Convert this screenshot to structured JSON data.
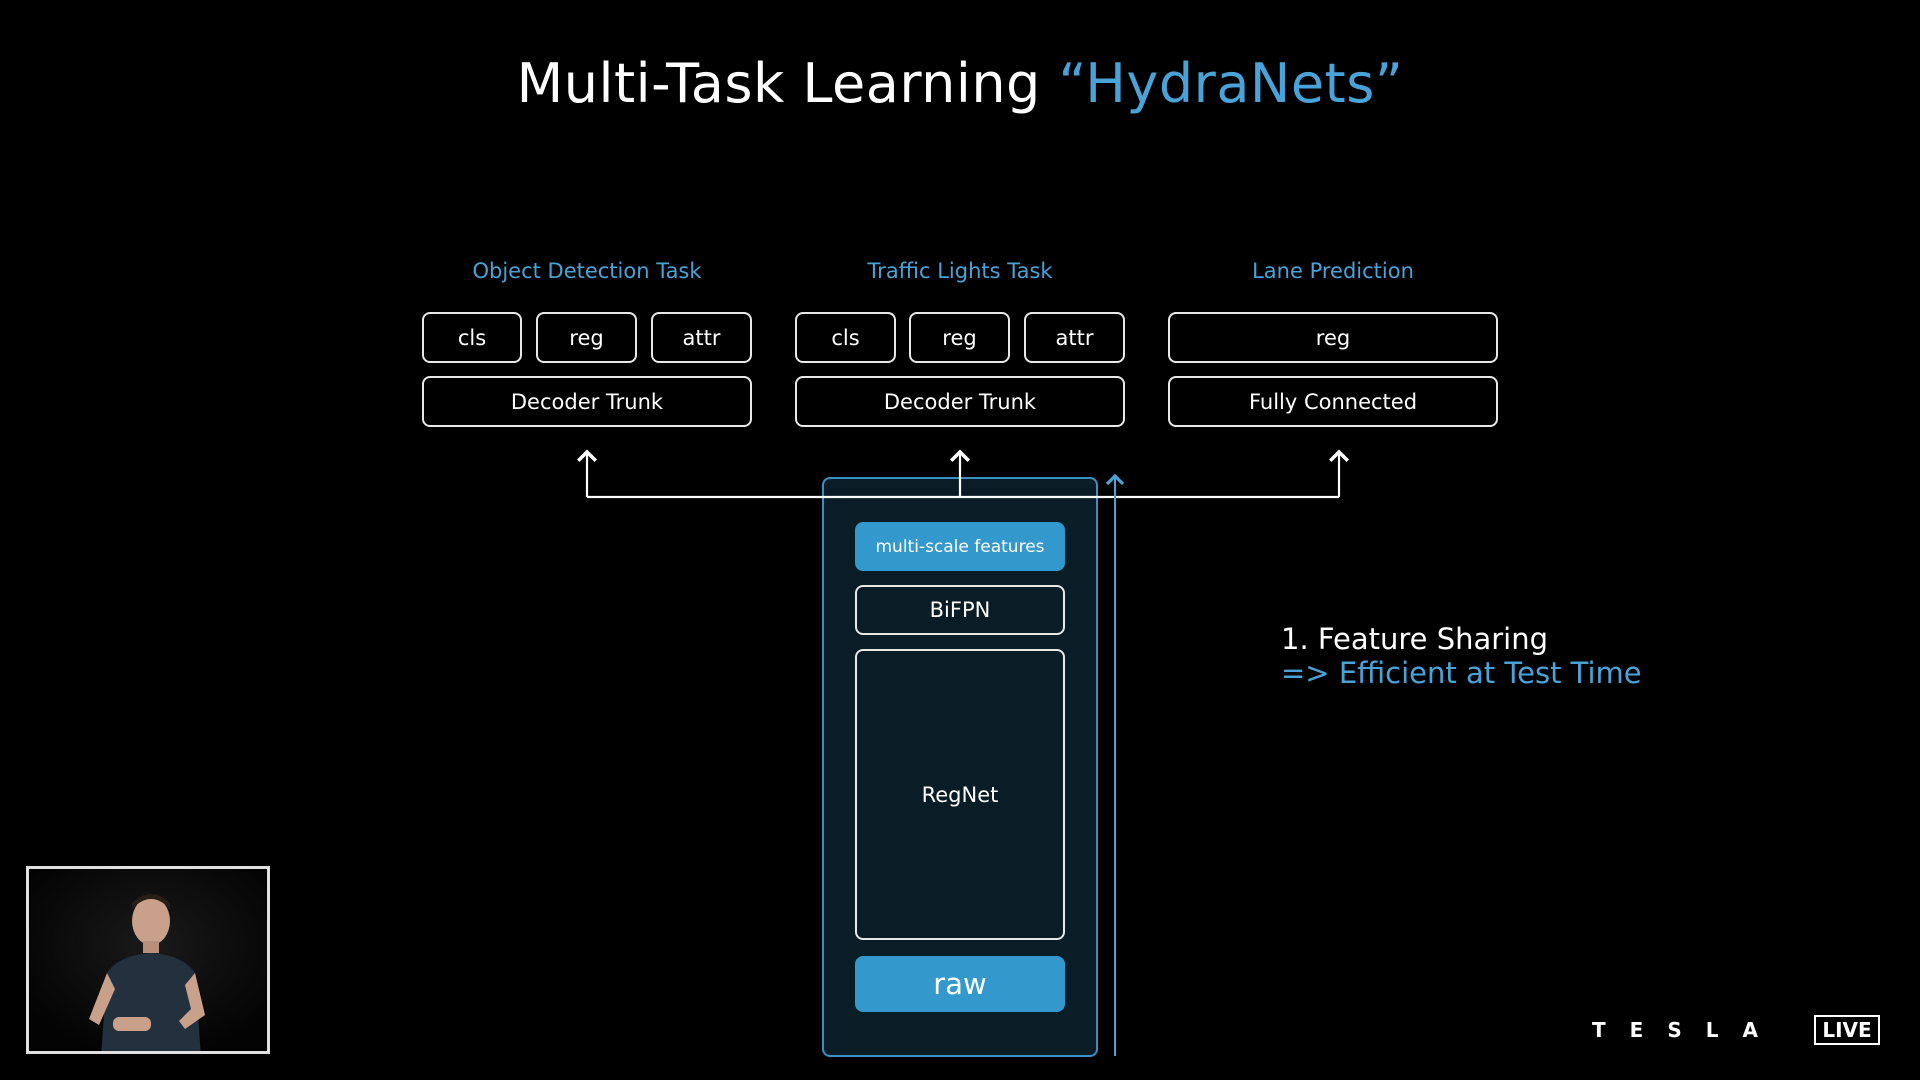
{
  "title": {
    "main": "Multi-Task Learning ",
    "accent": "“HydraNets”"
  },
  "tasks": [
    {
      "label": "Object Detection Task",
      "heads": [
        "cls",
        "reg",
        "attr"
      ],
      "trunk": "Decoder Trunk"
    },
    {
      "label": "Traffic Lights Task",
      "heads": [
        "cls",
        "reg",
        "attr"
      ],
      "trunk": "Decoder Trunk"
    },
    {
      "label": "Lane Prediction",
      "heads": [
        "reg"
      ],
      "trunk": "Fully Connected"
    }
  ],
  "backbone": {
    "features": "multi-scale features",
    "fpn": "BiFPN",
    "net": "RegNet",
    "input": "raw"
  },
  "notes": {
    "line1": "1. Feature Sharing",
    "line2": "=> Efficient at Test Time"
  },
  "branding": {
    "logo_letters": [
      "T",
      "E",
      "S",
      "L",
      "A"
    ],
    "live": "LIVE"
  },
  "colors": {
    "accent": "#4aa3d8",
    "filled": "#3399cc",
    "background": "#000000"
  }
}
